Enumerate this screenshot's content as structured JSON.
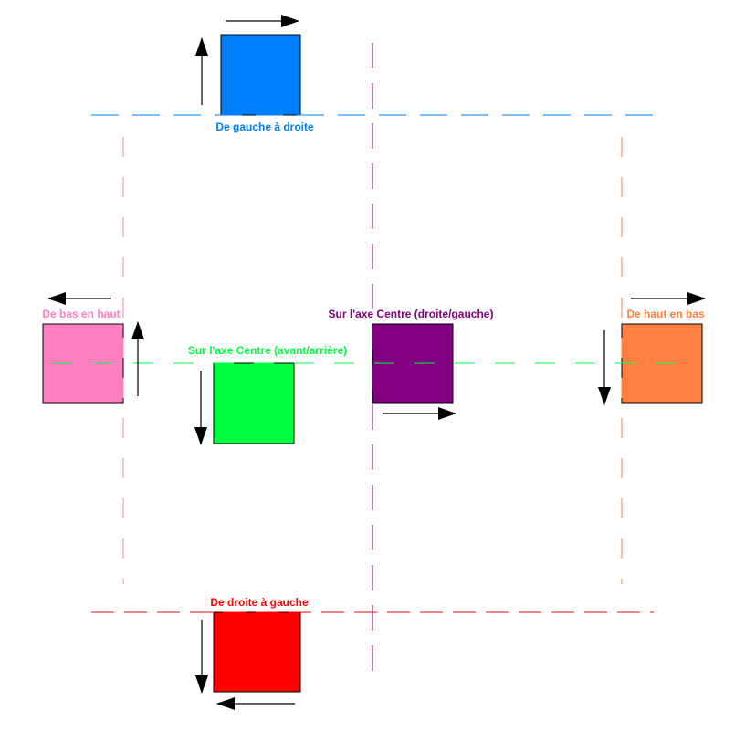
{
  "colors": {
    "blue": "#0080ff",
    "purple": "#800080",
    "pink": "#ff80c0",
    "green": "#00ff40",
    "orange": "#ff8040",
    "red": "#ff0000"
  },
  "labels": {
    "blue": "De gauche à droite",
    "pink": "De bas en haut",
    "green": "Sur l'axe Centre (avant/arrière)",
    "purple": "Sur l'axe Centre (droite/gauche)",
    "orange": "De haut en bas",
    "red": "De droite à gauche"
  }
}
